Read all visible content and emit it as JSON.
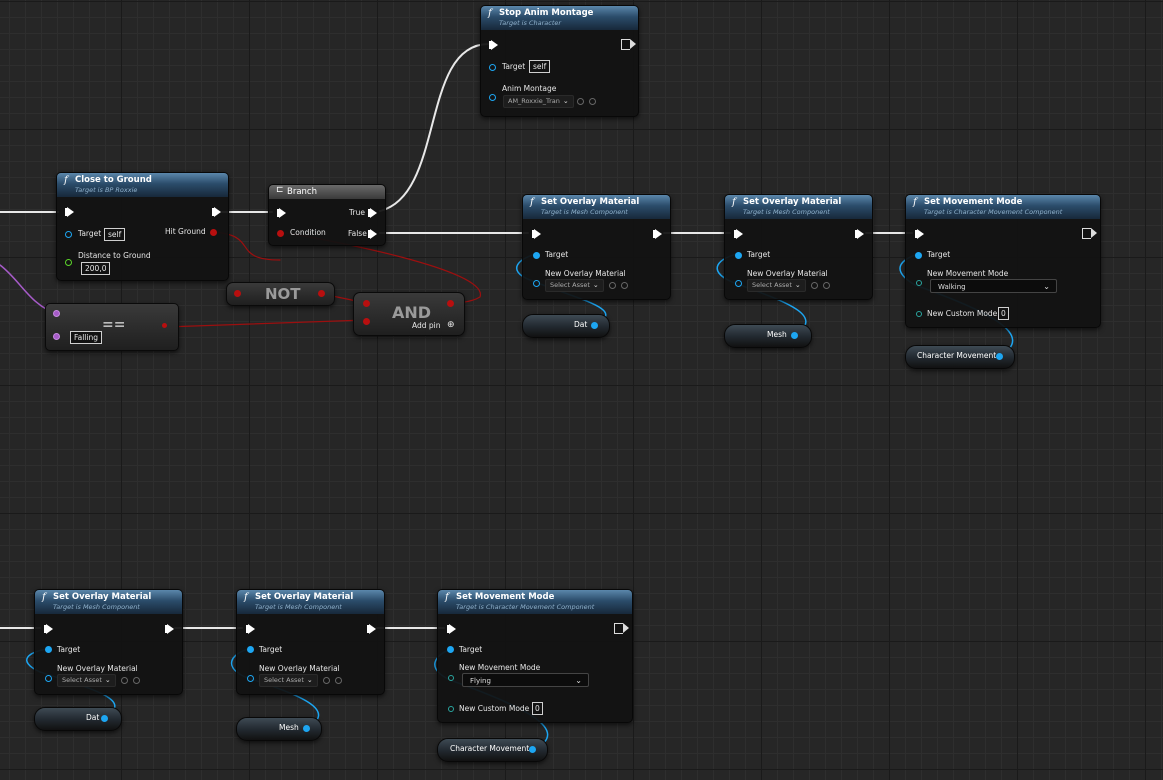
{
  "nodes": {
    "stop_anim": {
      "title": "Stop Anim Montage",
      "subtitle": "Target is Character",
      "target_label": "Target",
      "target_value": "self",
      "montage_label": "Anim Montage",
      "montage_value": "AM_Roxxie_Tran"
    },
    "close_ground": {
      "title": "Close to Ground",
      "subtitle": "Target is BP Roxxie",
      "target_label": "Target",
      "target_value": "self",
      "hit_label": "Hit Ground",
      "dist_label": "Distance to Ground",
      "dist_value": "200,0"
    },
    "branch": {
      "title": "Branch",
      "true_label": "True",
      "false_label": "False",
      "condition_label": "Condition"
    },
    "not_node": {
      "label": "NOT"
    },
    "and_node": {
      "label": "AND",
      "add_pin": "Add pin"
    },
    "equals": {
      "symbol": "==",
      "enum_value": "Falling"
    },
    "overlay_top_1": {
      "title": "Set Overlay Material",
      "subtitle": "Target is Mesh Component",
      "target_label": "Target",
      "overlay_label": "New Overlay Material",
      "asset": "Select Asset"
    },
    "overlay_top_2": {
      "title": "Set Overlay Material",
      "subtitle": "Target is Mesh Component",
      "target_label": "Target",
      "overlay_label": "New Overlay Material",
      "asset": "Select Asset"
    },
    "movement_top": {
      "title": "Set Movement Mode",
      "subtitle": "Target is Character Movement Component",
      "target_label": "Target",
      "mode_label": "New Movement Mode",
      "mode_value": "Walking",
      "custom_label": "New Custom Mode",
      "custom_value": "0"
    },
    "overlay_bot_1": {
      "title": "Set Overlay Material",
      "subtitle": "Target is Mesh Component",
      "target_label": "Target",
      "overlay_label": "New Overlay Material",
      "asset": "Select Asset"
    },
    "overlay_bot_2": {
      "title": "Set Overlay Material",
      "subtitle": "Target is Mesh Component",
      "target_label": "Target",
      "overlay_label": "New Overlay Material",
      "asset": "Select Asset"
    },
    "movement_bot": {
      "title": "Set Movement Mode",
      "subtitle": "Target is Character Movement Component",
      "target_label": "Target",
      "mode_label": "New Movement Mode",
      "mode_value": "Flying",
      "custom_label": "New Custom Mode",
      "custom_value": "0"
    }
  },
  "variables": {
    "dat_top": "Dat",
    "mesh_top": "Mesh",
    "charmove_top": "Character Movement",
    "dat_bot": "Dat",
    "mesh_bot": "Mesh",
    "charmove_bot": "Character Movement"
  },
  "colors": {
    "exec": "#ffffff",
    "object": "#1da6f2",
    "bool": "#b80f0f",
    "float": "#5bd42a",
    "enum": "#a65bc8",
    "header": "#2b4c6a"
  }
}
